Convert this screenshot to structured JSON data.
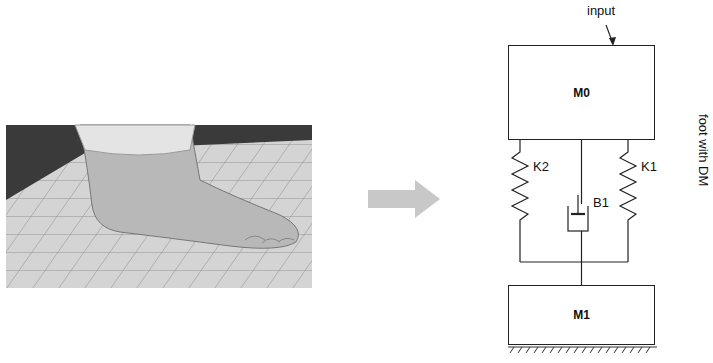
{
  "diagram": {
    "nodes": [
      {
        "text": [
          "M0"
        ]
      },
      {
        "text": [
          "M1"
        ]
      }
    ],
    "edges": [
      {
        "from": 0,
        "to": 1,
        "arrow": "none"
      }
    ],
    "labels": [
      "input",
      "K2",
      "K1",
      "B1",
      "foot with DM"
    ]
  }
}
